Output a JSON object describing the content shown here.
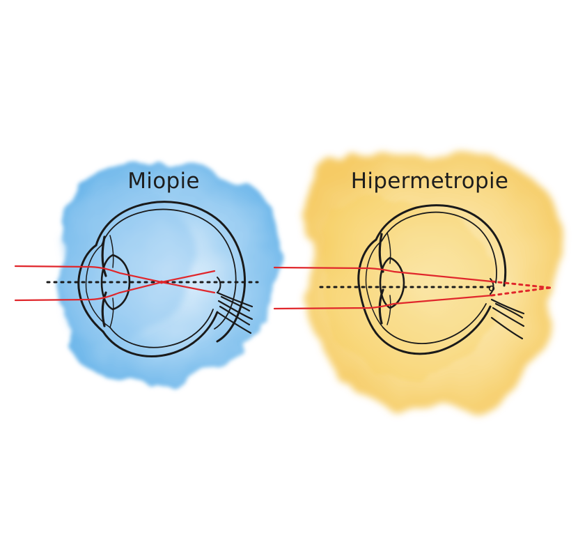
{
  "panels": [
    {
      "id": "myopia",
      "title": "Miopie",
      "wash_color": "#6fb8ec",
      "focus": "in-front-of-retina"
    },
    {
      "id": "hyperopia",
      "title": "Hipermetropie",
      "wash_color": "#f6c94e",
      "focus": "behind-retina"
    }
  ],
  "colors": {
    "ray": "#e0262b",
    "axis": "#1a1a1a",
    "outline": "#1a1a1a"
  }
}
